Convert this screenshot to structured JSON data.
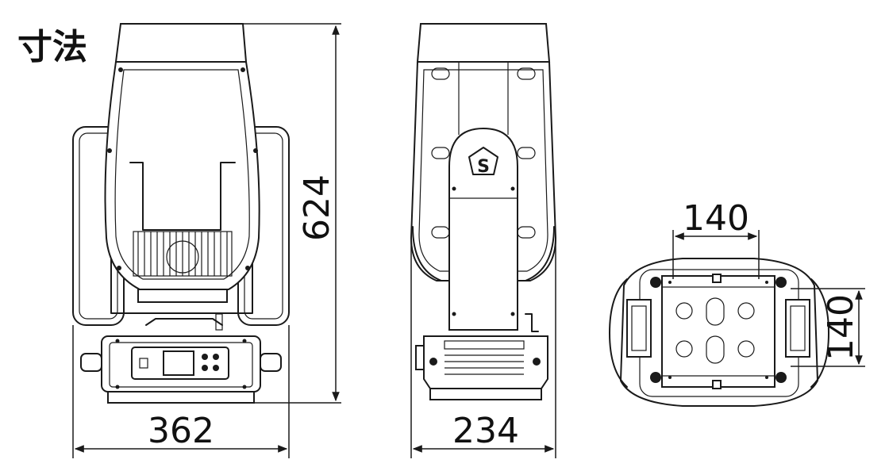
{
  "title": "寸法",
  "dimensions": {
    "front_height": "624",
    "front_width": "362",
    "side_depth": "234",
    "base_hole_width": "140",
    "base_hole_height": "140"
  },
  "colors": {
    "line": "#1a1a1a",
    "background": "#ffffff"
  },
  "icons": [
    "logo-s-emblem",
    "display-screen",
    "control-buttons"
  ]
}
